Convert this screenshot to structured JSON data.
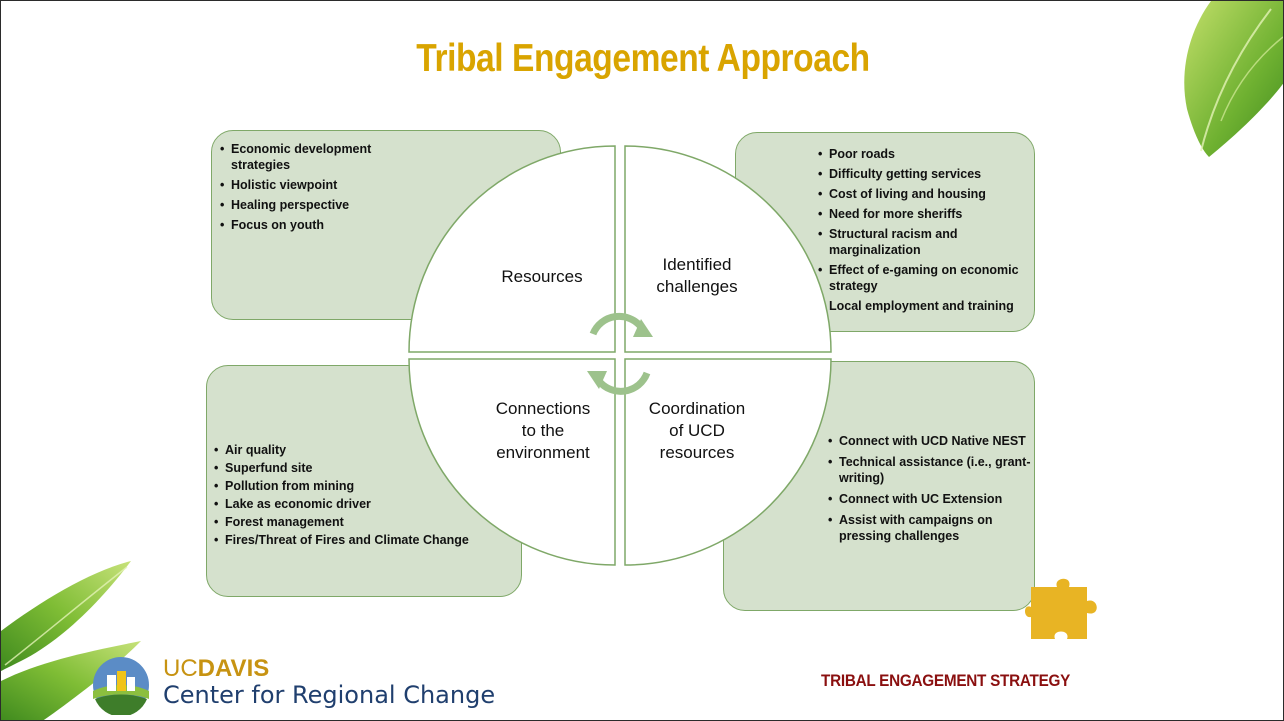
{
  "slide": {
    "title": "Tribal Engagement Approach",
    "footer_title": "TRIBAL ENGAGEMENT STRATEGY"
  },
  "quadrants": {
    "resources": {
      "label": "Resources"
    },
    "challenges": {
      "label_line1": "Identified",
      "label_line2": "challenges"
    },
    "connections": {
      "label_line1": "Connections",
      "label_line2": "to the",
      "label_line3": "environment"
    },
    "coordination": {
      "label_line1": "Coordination",
      "label_line2": "of UCD",
      "label_line3": "resources"
    }
  },
  "boxes": {
    "resources": [
      "Economic development strategies",
      "Holistic viewpoint",
      "Healing perspective",
      "Focus on youth"
    ],
    "challenges": [
      "Poor roads",
      "Difficulty getting services",
      "Cost of living and housing",
      "Need for more sheriffs",
      "Structural racism and marginalization",
      "Effect of e-gaming on economic strategy",
      "Local employment and training"
    ],
    "connections": [
      "Air quality",
      "Superfund site",
      "Pollution from mining",
      "Lake as economic driver",
      "Forest management",
      "Fires/Threat of Fires and Climate Change"
    ],
    "coordination": [
      "Connect with UCD Native NEST",
      "Technical assistance (i.e., grant-writing)",
      "Connect with UC Extension",
      "Assist with campaigns on pressing challenges"
    ]
  },
  "logo": {
    "uc": "UC",
    "davis": "DAVIS",
    "center": "Center for Regional Change"
  },
  "colors": {
    "title": "#d9a400",
    "box_fill": "#d5e1cd",
    "box_border": "#7fa868",
    "footer": "#8a0f0f",
    "logo_gold": "#c79312",
    "logo_navy": "#203f6e",
    "puzzle": "#e8b424",
    "arrow": "#9dc28c"
  },
  "icons": [
    "leaf-top-right",
    "leaf-bottom-left",
    "puzzle-piece-icon",
    "cycle-arrows-icon",
    "ucdavis-building-logo-icon"
  ]
}
